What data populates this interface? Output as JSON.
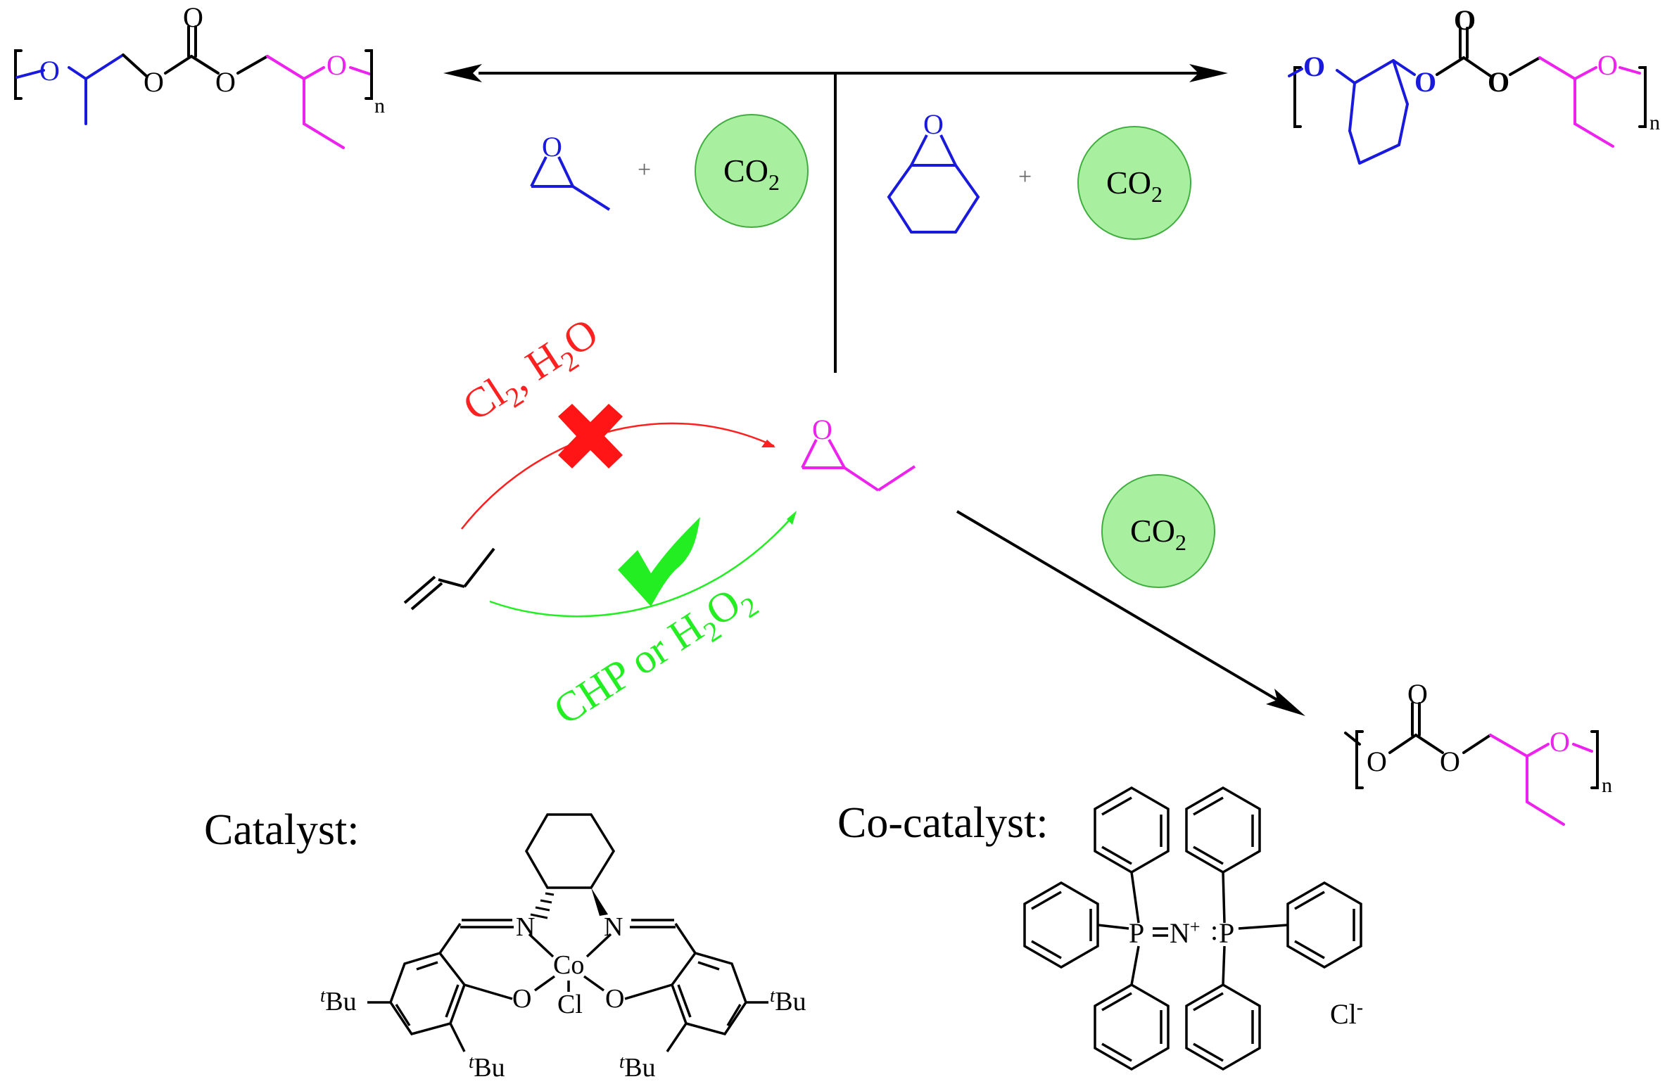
{
  "colors": {
    "black": "#000000",
    "blue": "#1a1adc",
    "magenta": "#ee22ee",
    "red": "#ff2020",
    "green": "#22ee22",
    "co2_fill": "#a8f0a0",
    "co2_stroke": "#3fae3f"
  },
  "atoms": {
    "O": "O",
    "N": "N",
    "N_plus": "N",
    "P": "P",
    "Co": "Co",
    "Cl": "Cl",
    "n": "n",
    "tBu": "Bu",
    "t": "t",
    "plus": "+",
    "minus": "-",
    "lone_pair": ":"
  },
  "co2": {
    "text": "CO",
    "sub": "2"
  },
  "conditions": {
    "red": {
      "p1": "Cl",
      "sub1": "2",
      "p2": ", H",
      "sub2": "2",
      "p3": "O"
    },
    "green": {
      "p1": "CHP or H",
      "sub1": "2",
      "p2": "O",
      "sub2": "2"
    }
  },
  "labels": {
    "catalyst": "Catalyst:",
    "cocatalyst": "Co-catalyst:",
    "counterion": "Cl",
    "counterion_charge": "-"
  },
  "icons": {
    "cross": "x-mark-icon",
    "check": "check-mark-icon"
  }
}
